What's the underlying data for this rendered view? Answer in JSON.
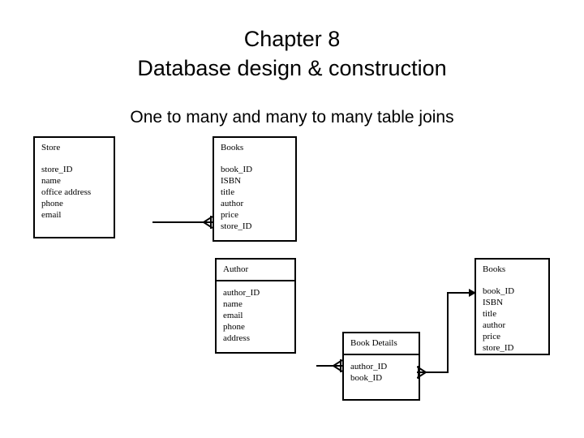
{
  "slide": {
    "title_lines": [
      "Chapter 8",
      "Database design & construction"
    ],
    "subtitle": "One to many and many to many table joins",
    "colors": {
      "text": "#000000",
      "background": "#ffffff",
      "line": "#000000"
    }
  },
  "diagram": {
    "type": "entity-relationship",
    "entities": [
      {
        "id": "store",
        "title": "Store",
        "divider": false,
        "fields": [
          "store_ID",
          "name",
          "office address",
          "phone",
          "email"
        ]
      },
      {
        "id": "books-top",
        "title": "Books",
        "divider": false,
        "fields": [
          "book_ID",
          "ISBN",
          "title",
          "author",
          "price",
          "store_ID"
        ]
      },
      {
        "id": "author",
        "title": "Author",
        "divider": true,
        "fields": [
          "author_ID",
          "name",
          "email",
          "phone",
          "address"
        ]
      },
      {
        "id": "book-details",
        "title": "Book Details",
        "divider": true,
        "fields": [
          "author_ID",
          "book_ID"
        ]
      },
      {
        "id": "books-right",
        "title": "Books",
        "divider": false,
        "fields": [
          "book_ID",
          "ISBN",
          "title",
          "author",
          "price",
          "store_ID"
        ]
      }
    ],
    "relationships": [
      {
        "from": "store",
        "to": "books-top",
        "cardinality": "one-to-many"
      },
      {
        "from": "author",
        "to": "book-details",
        "cardinality": "one-to-many"
      },
      {
        "from": "book-details",
        "to": "books-right",
        "cardinality": "many-to-one"
      }
    ]
  }
}
